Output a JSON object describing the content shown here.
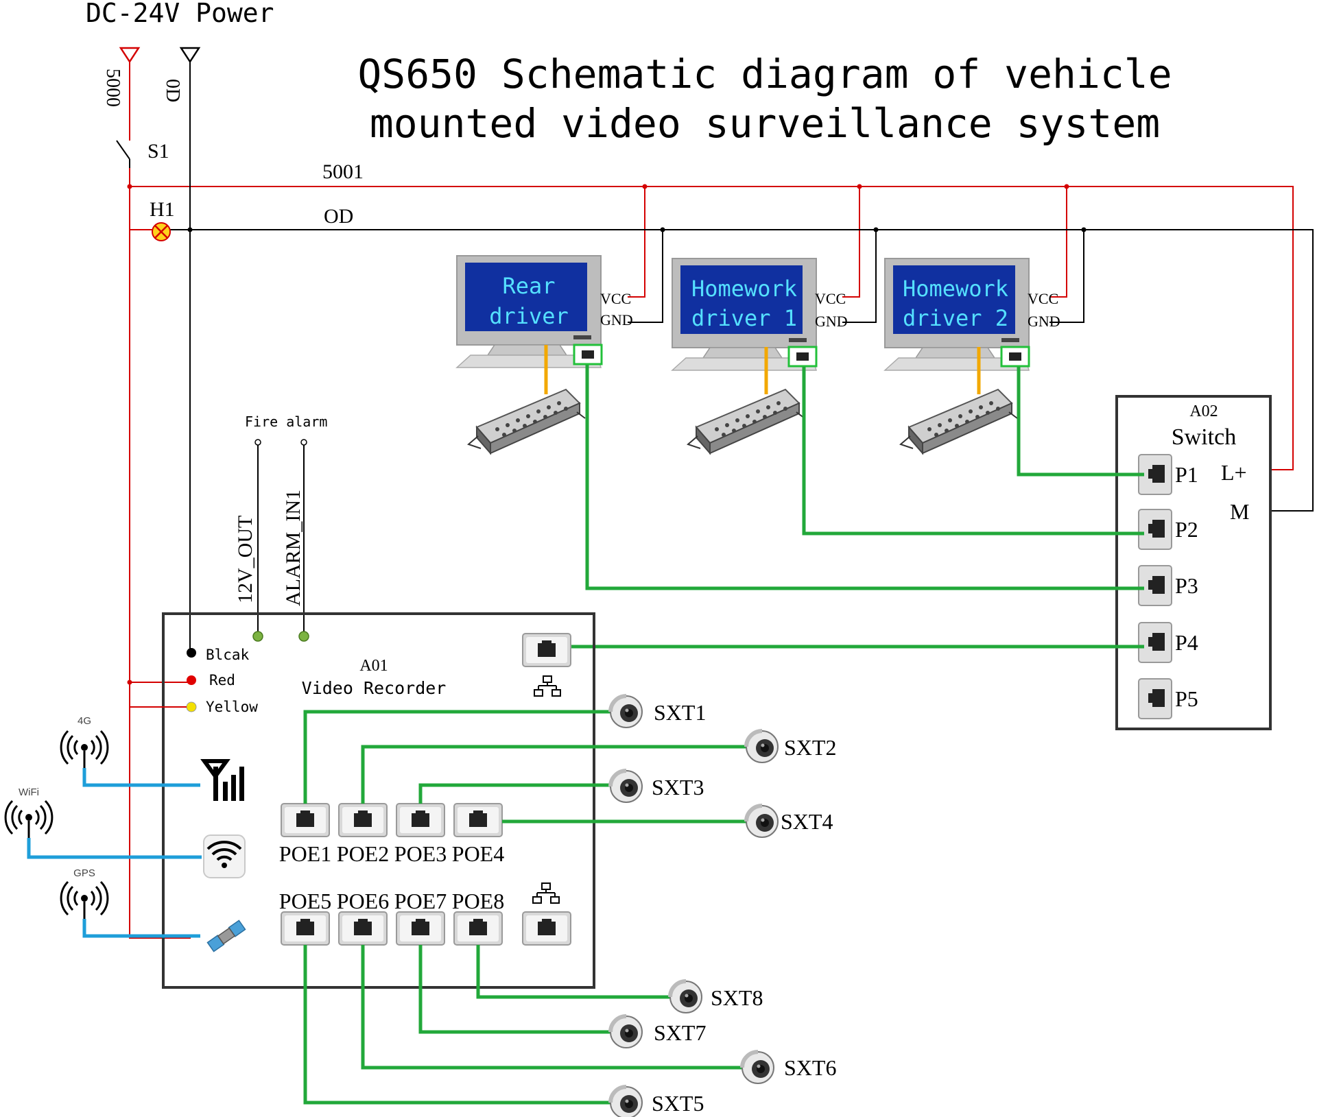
{
  "power": {
    "label": "DC-24V Power",
    "plus_wire": "5000",
    "minus_wire": "0D"
  },
  "title": {
    "line1": "QS650 Schematic diagram of vehicle",
    "line2": "mounted video surveillance system"
  },
  "bus": {
    "plus": "5001",
    "minus": "OD"
  },
  "switch_s1": "S1",
  "lamp_h1": "H1",
  "monitors": [
    {
      "line1": "Rear",
      "line2": "driver",
      "vcc": "VCC",
      "gnd": "GND"
    },
    {
      "line1": "Homework",
      "line2": "driver 1",
      "vcc": "VCC",
      "gnd": "GND"
    },
    {
      "line1": "Homework",
      "line2": "driver 2",
      "vcc": "VCC",
      "gnd": "GND"
    }
  ],
  "fire_alarm": "Fire alarm",
  "io": {
    "out": "12V_OUT",
    "in": "ALARM_IN1"
  },
  "recorder": {
    "id": "A01",
    "name": "Video Recorder",
    "wires": [
      "Blcak",
      "Red",
      "Yellow"
    ],
    "poe_top": [
      "POE1",
      "POE2",
      "POE3",
      "POE4"
    ],
    "poe_bottom": [
      "POE5",
      "POE6",
      "POE7",
      "POE8"
    ]
  },
  "switch": {
    "id": "A02",
    "name": "Switch",
    "ports": [
      "P1",
      "P2",
      "P3",
      "P4",
      "P5"
    ],
    "lplus": "L+",
    "m": "M"
  },
  "antennas": {
    "g4": "4G",
    "wifi": "WiFi",
    "gps": "GPS"
  },
  "cameras": [
    "SXT1",
    "SXT2",
    "SXT3",
    "SXT4",
    "SXT5",
    "SXT6",
    "SXT7",
    "SXT8"
  ],
  "colors": {
    "power_plus": "#d40000",
    "network": "#22a83a",
    "wireless": "#1e9ed9",
    "monitor_screen": "#1030a0",
    "screen_text": "#55e0ff",
    "usb": "#f2a800"
  }
}
